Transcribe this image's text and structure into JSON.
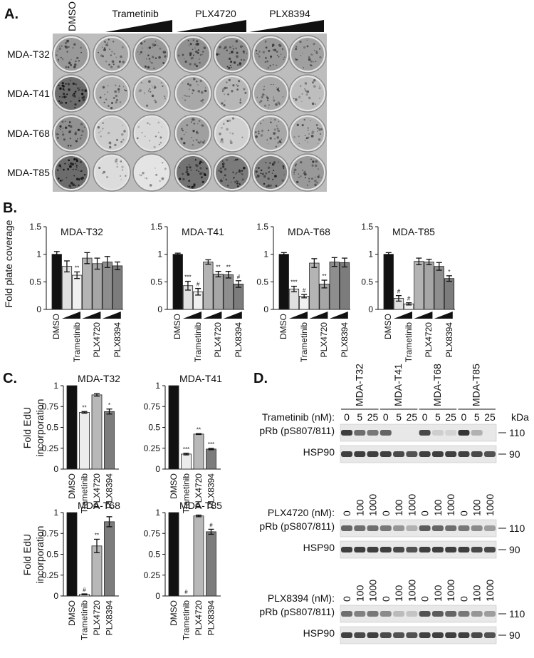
{
  "panelA": {
    "letter": "A.",
    "column_headers": [
      "DMSO",
      "Trametinib",
      "PLX4720",
      "PLX8394"
    ],
    "row_labels": [
      "MDA-T32",
      "MDA-T41",
      "MDA-T68",
      "MDA-T85"
    ]
  },
  "panelB": {
    "letter": "B.",
    "ylabel": "Fold plate coverage",
    "yticks": [
      "0",
      "0.5",
      "1",
      "1.5"
    ]
  },
  "panelC": {
    "letter": "C.",
    "ylabel": "Fold EdU incorporation",
    "yticks": [
      "0",
      "0.25",
      "0.5",
      "0.75",
      "1"
    ]
  },
  "panelD": {
    "letter": "D.",
    "cell_lines": [
      "MDA-T32",
      "MDA-T41",
      "MDA-T68",
      "MDA-T85"
    ],
    "kda_label": "kDa",
    "blocks": [
      {
        "drug_label": "Trametinib (nM):",
        "doses": [
          "0",
          "5",
          "25"
        ],
        "rows": [
          {
            "label": "pRb (pS807/811)",
            "kda": "110"
          },
          {
            "label": "HSP90",
            "kda": "90"
          }
        ]
      },
      {
        "drug_label": "PLX4720 (nM):",
        "doses": [
          "0",
          "100",
          "1000"
        ],
        "rows": [
          {
            "label": "pRb (pS807/811)",
            "kda": "110"
          },
          {
            "label": "HSP90",
            "kda": "90"
          }
        ]
      },
      {
        "drug_label": "PLX8394 (nM):",
        "doses": [
          "0",
          "100",
          "1000"
        ],
        "rows": [
          {
            "label": "pRb (pS807/811)",
            "kda": "110"
          },
          {
            "label": "HSP90",
            "kda": "90"
          }
        ]
      }
    ]
  },
  "chart_data": [
    {
      "type": "bar",
      "panel": "B",
      "title": "MDA-T32",
      "categories": [
        "DMSO",
        "Trametinib",
        "Trametinib",
        "PLX4720",
        "PLX4720",
        "PLX8394",
        "PLX8394"
      ],
      "category_labels": [
        "DMSO",
        "Trametinib",
        "PLX4720",
        "PLX8394"
      ],
      "values": [
        1.0,
        0.78,
        0.62,
        0.93,
        0.83,
        0.86,
        0.79
      ],
      "errors": [
        0.05,
        0.1,
        0.06,
        0.1,
        0.1,
        0.1,
        0.07
      ],
      "significance": [
        "",
        "",
        "**",
        "",
        "",
        "",
        ""
      ],
      "ylabel": "Fold plate coverage",
      "ylim": [
        0,
        1.5
      ]
    },
    {
      "type": "bar",
      "panel": "B",
      "title": "MDA-T41",
      "categories": [
        "DMSO",
        "Trametinib",
        "Trametinib",
        "PLX4720",
        "PLX4720",
        "PLX8394",
        "PLX8394"
      ],
      "category_labels": [
        "DMSO",
        "Trametinib",
        "PLX4720",
        "PLX8394"
      ],
      "values": [
        1.0,
        0.43,
        0.32,
        0.86,
        0.64,
        0.63,
        0.46
      ],
      "errors": [
        0.02,
        0.08,
        0.06,
        0.04,
        0.05,
        0.06,
        0.06
      ],
      "significance": [
        "",
        "***",
        "#",
        "",
        "**",
        "**",
        "#"
      ],
      "ylabel": "Fold plate coverage",
      "ylim": [
        0,
        1.5
      ]
    },
    {
      "type": "bar",
      "panel": "B",
      "title": "MDA-T68",
      "categories": [
        "DMSO",
        "Trametinib",
        "Trametinib",
        "PLX4720",
        "PLX4720",
        "PLX8394",
        "PLX8394"
      ],
      "category_labels": [
        "DMSO",
        "Trametinib",
        "PLX4720",
        "PLX8394"
      ],
      "values": [
        1.0,
        0.37,
        0.24,
        0.84,
        0.46,
        0.86,
        0.85
      ],
      "errors": [
        0.03,
        0.05,
        0.03,
        0.08,
        0.07,
        0.08,
        0.08
      ],
      "significance": [
        "",
        "***",
        "#",
        "",
        "**",
        "",
        ""
      ],
      "ylabel": "Fold plate coverage",
      "ylim": [
        0,
        1.5
      ]
    },
    {
      "type": "bar",
      "panel": "B",
      "title": "MDA-T85",
      "categories": [
        "DMSO",
        "Trametinib",
        "Trametinib",
        "PLX4720",
        "PLX4720",
        "PLX8394",
        "PLX8394"
      ],
      "category_labels": [
        "DMSO",
        "Trametinib",
        "PLX4720",
        "PLX8394"
      ],
      "values": [
        1.0,
        0.2,
        0.1,
        0.87,
        0.86,
        0.78,
        0.56
      ],
      "errors": [
        0.03,
        0.05,
        0.02,
        0.06,
        0.05,
        0.07,
        0.05
      ],
      "significance": [
        "",
        "#",
        "#",
        "",
        "",
        "",
        "*"
      ],
      "ylabel": "Fold plate coverage",
      "ylim": [
        0,
        1.5
      ]
    },
    {
      "type": "bar",
      "panel": "C",
      "title": "MDA-T32",
      "categories": [
        "DMSO",
        "Trametinib",
        "PLX4720",
        "PLX8394"
      ],
      "values": [
        1.0,
        0.68,
        0.89,
        0.69
      ],
      "errors": [
        0,
        0.01,
        0.015,
        0.03
      ],
      "significance": [
        "",
        "**",
        "",
        "*"
      ],
      "ylabel": "Fold EdU incorporation",
      "ylim": [
        0,
        1
      ]
    },
    {
      "type": "bar",
      "panel": "C",
      "title": "MDA-T41",
      "categories": [
        "DMSO",
        "Trametinib",
        "PLX4720",
        "PLX8394"
      ],
      "values": [
        1.0,
        0.18,
        0.42,
        0.24
      ],
      "errors": [
        0,
        0.01,
        0.005,
        0.008
      ],
      "significance": [
        "",
        "***",
        "**",
        "***"
      ],
      "ylabel": "Fold EdU incorporation",
      "ylim": [
        0,
        1
      ]
    },
    {
      "type": "bar",
      "panel": "C",
      "title": "MDA-T68",
      "categories": [
        "DMSO",
        "Trametinib",
        "PLX4720",
        "PLX8394"
      ],
      "values": [
        1.0,
        0.02,
        0.6,
        0.89
      ],
      "errors": [
        0,
        0.005,
        0.08,
        0.06
      ],
      "significance": [
        "",
        "#",
        "**",
        ""
      ],
      "ylabel": "Fold EdU incorporation",
      "ylim": [
        0,
        1
      ]
    },
    {
      "type": "bar",
      "panel": "C",
      "title": "MDA-T85",
      "categories": [
        "DMSO",
        "Trametinib",
        "PLX4720",
        "PLX8394"
      ],
      "values": [
        1.0,
        0.0,
        0.96,
        0.77
      ],
      "errors": [
        0,
        0,
        0.01,
        0.03
      ],
      "significance": [
        "",
        "#",
        "",
        "#"
      ],
      "ylabel": "Fold EdU incorporation",
      "ylim": [
        0,
        1
      ]
    }
  ]
}
